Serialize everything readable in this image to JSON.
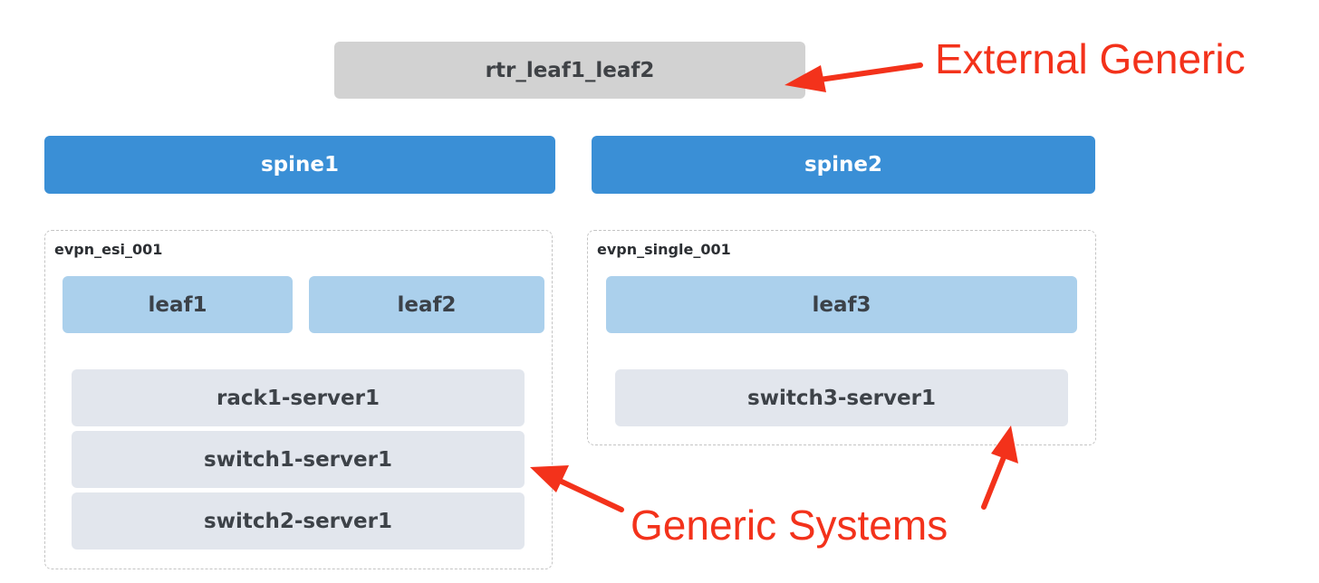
{
  "external_generic": {
    "label": "rtr_leaf1_leaf2"
  },
  "spines": [
    {
      "label": "spine1"
    },
    {
      "label": "spine2"
    }
  ],
  "racks": [
    {
      "name": "evpn_esi_001",
      "leaves": [
        "leaf1",
        "leaf2"
      ],
      "servers": [
        "rack1-server1",
        "switch1-server1",
        "switch2-server1"
      ]
    },
    {
      "name": "evpn_single_001",
      "leaves": [
        "leaf3"
      ],
      "servers": [
        "switch3-server1"
      ]
    }
  ],
  "annotations": {
    "external_generic": "External Generic",
    "generic_systems": "Generic Systems"
  },
  "colors": {
    "annotation": "#f3321b",
    "spine": "#3a8fd6",
    "leaf": "#abd0ec",
    "server": "#e2e6ed",
    "external": "#d2d2d2"
  }
}
